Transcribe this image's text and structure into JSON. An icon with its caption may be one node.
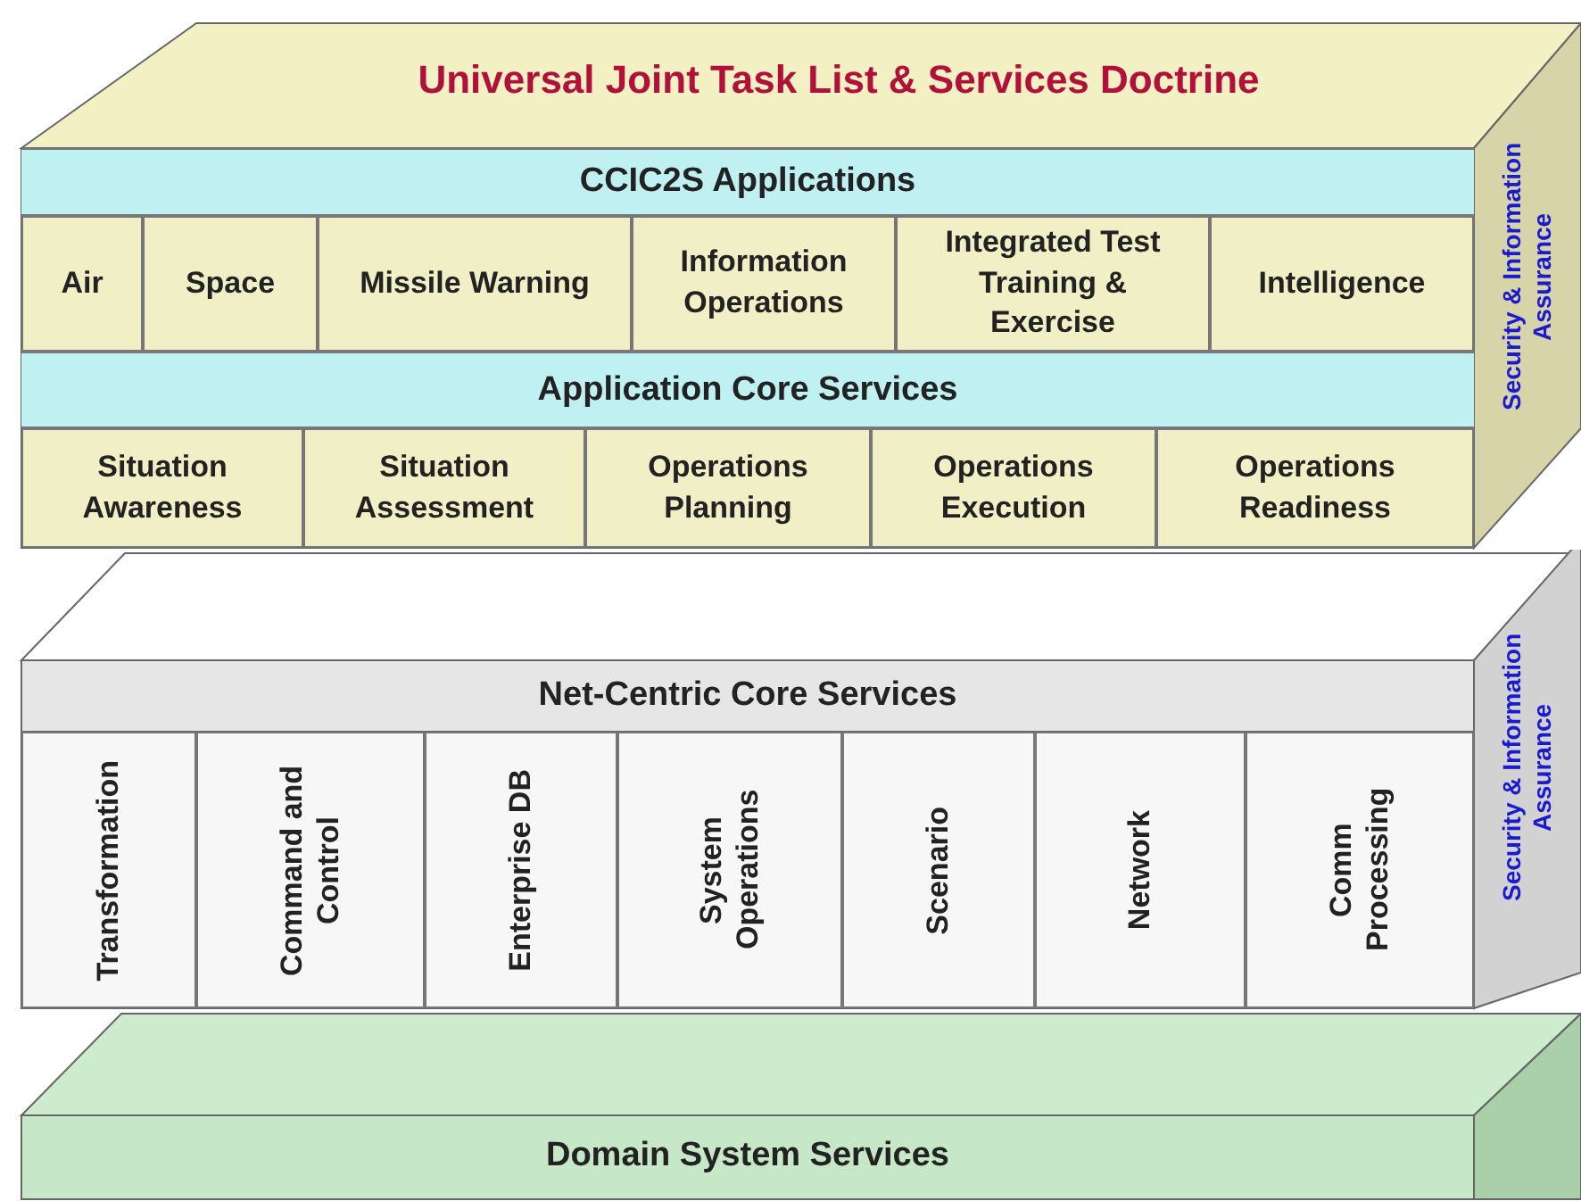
{
  "diagram": {
    "nodes": [
      {
        "text": [
          "Universal Joint Task List & Services Doctrine"
        ]
      },
      {
        "text": [
          "CCIC2S Applications"
        ],
        "in": 0
      },
      {
        "text": [
          "Air"
        ],
        "in": 0
      },
      {
        "text": [
          "Space"
        ],
        "in": 0
      },
      {
        "text": [
          "Missile Warning"
        ],
        "in": 0
      },
      {
        "text": [
          "Information Operations"
        ],
        "in": 0
      },
      {
        "text": [
          "Integrated Test Training & Exercise"
        ],
        "in": 0
      },
      {
        "text": [
          "Intelligence"
        ],
        "in": 0
      },
      {
        "text": [
          "Application Core Services"
        ],
        "in": 0
      },
      {
        "text": [
          "Situation Awareness"
        ],
        "in": 0
      },
      {
        "text": [
          "Situation Assessment"
        ],
        "in": 0
      },
      {
        "text": [
          "Operations Planning"
        ],
        "in": 0
      },
      {
        "text": [
          "Operations Execution"
        ],
        "in": 0
      },
      {
        "text": [
          "Operations Readiness"
        ],
        "in": 0
      },
      {
        "text": [
          "Security & Information Assurance"
        ]
      },
      {
        "text": [
          "Net-Centric Core Services"
        ]
      },
      {
        "text": [
          "Transformation"
        ],
        "in": 15
      },
      {
        "text": [
          "Command and Control"
        ],
        "in": 15
      },
      {
        "text": [
          "Enterprise DB"
        ],
        "in": 15
      },
      {
        "text": [
          "System Operations"
        ],
        "in": 15
      },
      {
        "text": [
          "Scenario"
        ],
        "in": 15
      },
      {
        "text": [
          "Network"
        ],
        "in": 15
      },
      {
        "text": [
          "Comm Processing"
        ],
        "in": 15
      },
      {
        "text": [
          "Security & Information Assurance"
        ]
      },
      {
        "text": [
          "Domain System Services"
        ]
      }
    ]
  }
}
